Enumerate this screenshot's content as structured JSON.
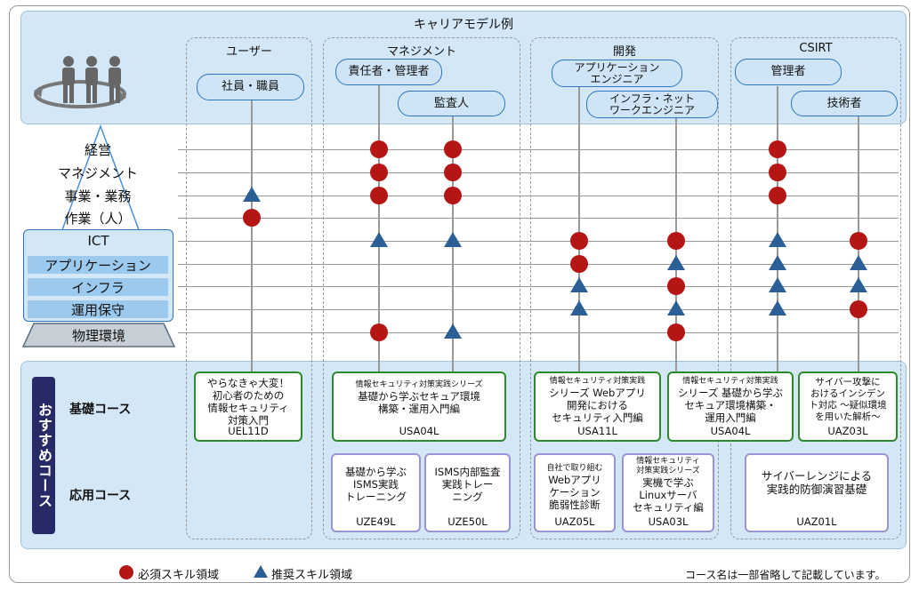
{
  "title": "キャリアモデル例",
  "groups": {
    "user": {
      "title": "ユーザー",
      "roles": [
        "社員・職員"
      ]
    },
    "management": {
      "title": "マネジメント",
      "roles": [
        "責任者・管理者",
        "監査人"
      ]
    },
    "development": {
      "title": "開発",
      "roles": [
        "アプリケーション\nエンジニア",
        "インフラ・ネット\nワークエンジニア"
      ]
    },
    "csirt": {
      "title": "CSIRT",
      "roles": [
        "管理者",
        "技術者"
      ]
    }
  },
  "levels": {
    "pyramid": [
      "経営",
      "マネジメント",
      "事業・業務",
      "作業（人）"
    ],
    "ict_title": "ICT",
    "ict_rows": [
      "アプリケーション",
      "インフラ",
      "運用保守"
    ],
    "base": "物理環境"
  },
  "skill_matrix": {
    "levels_order": [
      "経営",
      "マネジメント",
      "事業・業務",
      "作業（人）",
      "ICT",
      "アプリケーション",
      "インフラ",
      "運用保守",
      "物理環境"
    ],
    "columns": [
      {
        "role": "社員・職員",
        "marks": [
          "",
          "",
          "recommended",
          "required",
          "",
          "",
          "",
          "",
          ""
        ]
      },
      {
        "role": "責任者・管理者",
        "marks": [
          "required",
          "required",
          "required",
          "",
          "recommended",
          "",
          "",
          "",
          "required"
        ]
      },
      {
        "role": "監査人",
        "marks": [
          "required",
          "required",
          "required",
          "",
          "recommended",
          "",
          "",
          "",
          "recommended"
        ]
      },
      {
        "role": "アプリケーションエンジニア",
        "marks": [
          "",
          "",
          "",
          "",
          "required",
          "required",
          "recommended",
          "recommended",
          ""
        ]
      },
      {
        "role": "インフラ・ネットワークエンジニア",
        "marks": [
          "",
          "",
          "",
          "",
          "required",
          "recommended",
          "required",
          "recommended",
          "required"
        ]
      },
      {
        "role": "CSIRT管理者",
        "marks": [
          "required",
          "required",
          "required",
          "",
          "recommended",
          "recommended",
          "recommended",
          "recommended",
          ""
        ]
      },
      {
        "role": "CSIRT技術者",
        "marks": [
          "",
          "",
          "",
          "",
          "required",
          "recommended",
          "recommended",
          "required",
          ""
        ]
      }
    ]
  },
  "side_label": "おすすめコース",
  "row_labels": {
    "basic": "基礎コース",
    "advanced": "応用コース"
  },
  "basic_courses": [
    {
      "name": "やらなきゃ大変！\n初心者のための\n情報セキュリティ\n対策入門",
      "code": "UEL11D"
    },
    {
      "series": "情報セキュリティ対策実践シリーズ",
      "name": "基礎から学ぶセキュア環境\n構築・運用入門編",
      "code": "USA04L"
    },
    {
      "series": "情報セキュリティ対策実践",
      "name": "シリーズ Webアプリ\n開発における\nセキュリティ入門編",
      "code": "USA11L"
    },
    {
      "series": "情報セキュリティ対策実践",
      "name": "シリーズ 基礎から学ぶ\nセキュア環境構築・\n運用入門編",
      "code": "USA04L"
    },
    {
      "name": "サイバー攻撃に\nおけるインシデン\nト対応 ～疑似環境\nを用いた解析～",
      "code": "UAZ03L"
    }
  ],
  "advanced_courses": [
    {
      "name": "基礎から学ぶ\nISMS実践\nトレーニング",
      "code": "UZE49L"
    },
    {
      "name": "ISMS内部監査\n実践トレー\nニング",
      "code": "UZE50L"
    },
    {
      "prefix": "自社で取り組む",
      "name": "Webアプリ\nケーション\n脆弱性診断",
      "code": "UAZ05L"
    },
    {
      "prefix": "情報セキュリティ\n対策実践シリーズ",
      "name": "実機で学ぶ\nLinuxサーバ\nセキュリティ編",
      "code": "USA03L"
    },
    {
      "name": "サイバーレンジによる\n実践的防御演習基礎",
      "code": "UAZ01L"
    }
  ],
  "legend": {
    "required": "必須スキル領域",
    "recommended": "推奨スキル領域"
  },
  "note": "コース名は一部省略して記載しています。",
  "colors": {
    "required": "#b41515",
    "recommended": "#2b5f96",
    "basic_border": "#2d8a2d",
    "advanced_border": "#9b93d3",
    "band": "#d3e7f7"
  }
}
